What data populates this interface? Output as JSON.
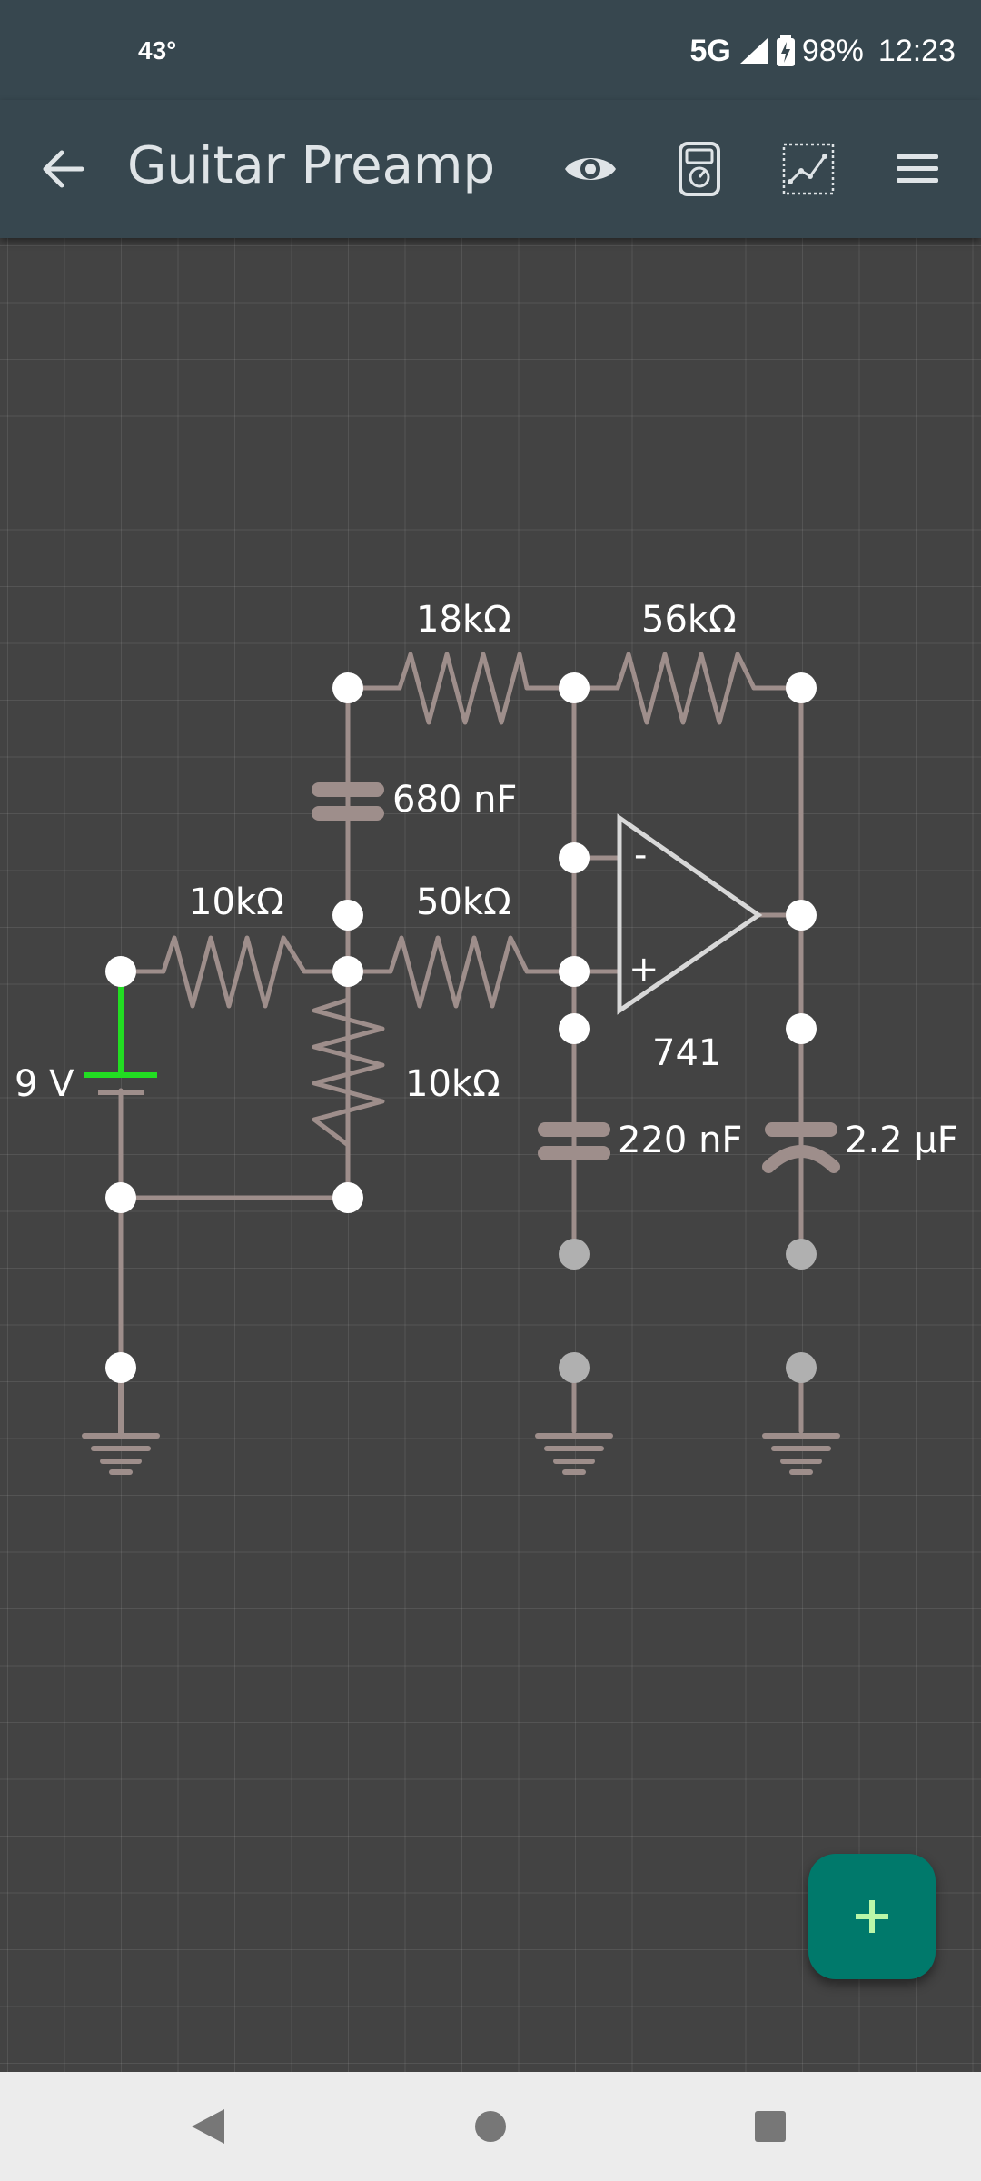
{
  "status_bar": {
    "temperature": "43°",
    "network": "5G",
    "battery": "98%",
    "time": "12:23"
  },
  "app_bar": {
    "title": "Guitar Preamp",
    "icons": [
      "back-arrow-icon",
      "eye-icon",
      "multimeter-icon",
      "graph-icon",
      "menu-icon"
    ]
  },
  "schematic": {
    "components": {
      "r_18k": "18kΩ",
      "r_56k": "56kΩ",
      "c_680n": "680 nF",
      "r_10k_input": "10kΩ",
      "r_50k": "50kΩ",
      "r_10k_vertical": "10kΩ",
      "battery": "9 V",
      "c_220n": "220 nF",
      "c_2u2": "2.2 µF",
      "opamp": "741",
      "opamp_minus": "-",
      "opamp_plus": "+"
    },
    "colors": {
      "wire": "#9e8e8b",
      "node": "#ffffff",
      "node_inactive": "#b0b0b0",
      "battery_active": "#22dd22",
      "opamp": "#d8d8d8"
    }
  },
  "fab": {
    "icon": "plus-icon"
  },
  "nav_bar": {
    "icons": [
      "nav-back-icon",
      "nav-home-icon",
      "nav-recents-icon"
    ]
  }
}
